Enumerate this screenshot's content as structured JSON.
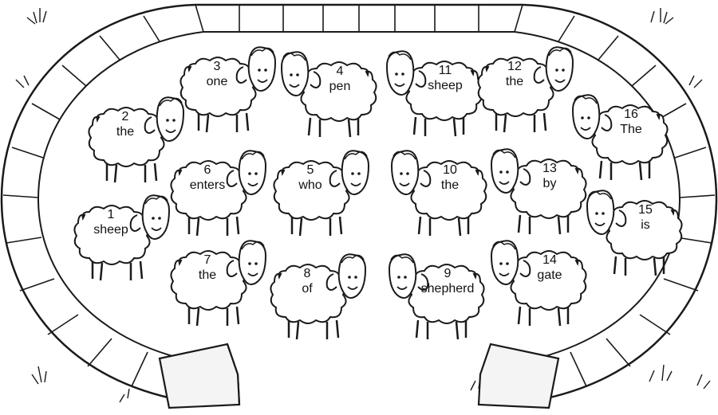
{
  "sheep": [
    {
      "num": "1",
      "word": "sheep"
    },
    {
      "num": "2",
      "word": "the"
    },
    {
      "num": "3",
      "word": "one"
    },
    {
      "num": "4",
      "word": "pen"
    },
    {
      "num": "5",
      "word": "who"
    },
    {
      "num": "6",
      "word": "enters"
    },
    {
      "num": "7",
      "word": "the"
    },
    {
      "num": "8",
      "word": "of"
    },
    {
      "num": "9",
      "word": "shepherd"
    },
    {
      "num": "10",
      "word": "the"
    },
    {
      "num": "11",
      "word": "sheep"
    },
    {
      "num": "12",
      "word": "the"
    },
    {
      "num": "13",
      "word": "by"
    },
    {
      "num": "14",
      "word": "gate"
    },
    {
      "num": "15",
      "word": "is"
    },
    {
      "num": "16",
      "word": "The"
    }
  ],
  "colors": {
    "ink": "#1a1a1a",
    "paper": "#ffffff",
    "stone": "#f4f4f4"
  },
  "icons": {
    "sheep": "sheep-icon",
    "wall": "stone-wall",
    "grass": "grass-tuft"
  }
}
